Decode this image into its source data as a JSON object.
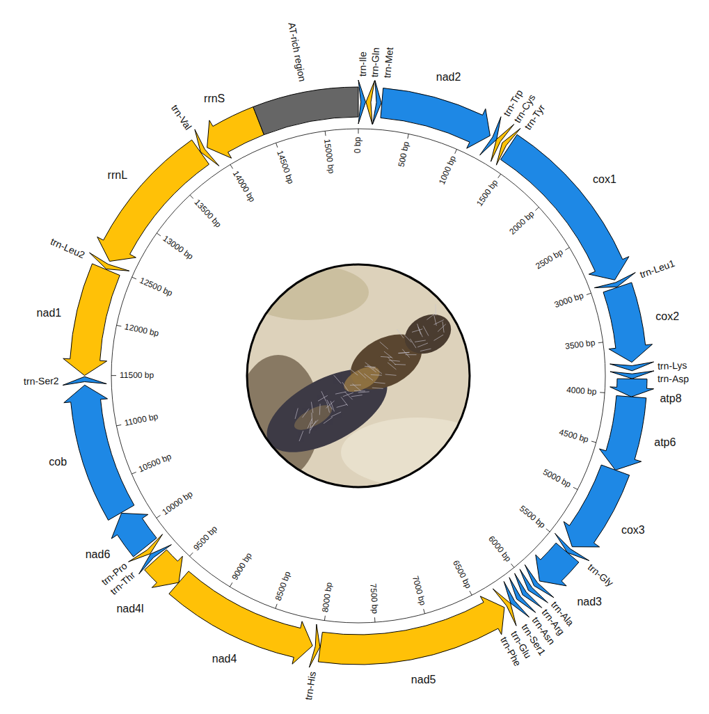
{
  "diagram": {
    "nodes": [
      {
        "text": [
          "trn-Ile"
        ]
      },
      {
        "text": [
          "trn-Gln"
        ]
      },
      {
        "text": [
          "trn-Met"
        ]
      },
      {
        "text": [
          "nad2"
        ]
      },
      {
        "text": [
          "trn-Trp"
        ]
      },
      {
        "text": [
          "trn-Cys"
        ]
      },
      {
        "text": [
          "trn-Tyr"
        ]
      },
      {
        "text": [
          "cox1"
        ]
      },
      {
        "text": [
          "trn-Leu1"
        ]
      },
      {
        "text": [
          "cox2"
        ]
      },
      {
        "text": [
          "trn-Lys"
        ]
      },
      {
        "text": [
          "trn-Asp"
        ]
      },
      {
        "text": [
          "atp8"
        ]
      },
      {
        "text": [
          "atp6"
        ]
      },
      {
        "text": [
          "cox3"
        ]
      },
      {
        "text": [
          "trn-Gly"
        ]
      },
      {
        "text": [
          "nad3"
        ]
      },
      {
        "text": [
          "trn-Ala"
        ]
      },
      {
        "text": [
          "trn-Arg"
        ]
      },
      {
        "text": [
          "trn-Asn"
        ]
      },
      {
        "text": [
          "trn-Ser1"
        ]
      },
      {
        "text": [
          "trn-Glu"
        ]
      },
      {
        "text": [
          "trn-Phe"
        ]
      },
      {
        "text": [
          "nad5"
        ]
      },
      {
        "text": [
          "trn-His"
        ]
      },
      {
        "text": [
          "nad4"
        ]
      },
      {
        "text": [
          "nad4l"
        ]
      },
      {
        "text": [
          "trn-Thr"
        ]
      },
      {
        "text": [
          "trn-Pro"
        ]
      },
      {
        "text": [
          "nad6"
        ]
      },
      {
        "text": [
          "cob"
        ]
      },
      {
        "text": [
          "trn-Ser2"
        ]
      },
      {
        "text": [
          "nad1"
        ]
      },
      {
        "text": [
          "trn-Leu2"
        ]
      },
      {
        "text": [
          "rrnL"
        ]
      },
      {
        "text": [
          "trn-Val"
        ]
      },
      {
        "text": [
          "rrnS"
        ]
      },
      {
        "text": [
          "AT-rich region"
        ]
      }
    ],
    "labels": [
      "0 bp",
      "500 bp",
      "1000 bp",
      "1500 bp",
      "2000 bp",
      "2500 bp",
      "3000 bp",
      "3500 bp",
      "4000 bp",
      "4500 bp",
      "5000 bp",
      "5500 bp",
      "6000 bp",
      "6500 bp",
      "7000 bp",
      "7500 bp",
      "8000 bp",
      "8500 bp",
      "9000 bp",
      "9500 bp",
      "10000 bp",
      "10500 bp",
      "11000 bp",
      "11500 bp",
      "12000 bp",
      "12500 bp",
      "13000 bp",
      "13500 bp",
      "14000 bp",
      "14500 bp",
      "15000 bp"
    ]
  }
}
